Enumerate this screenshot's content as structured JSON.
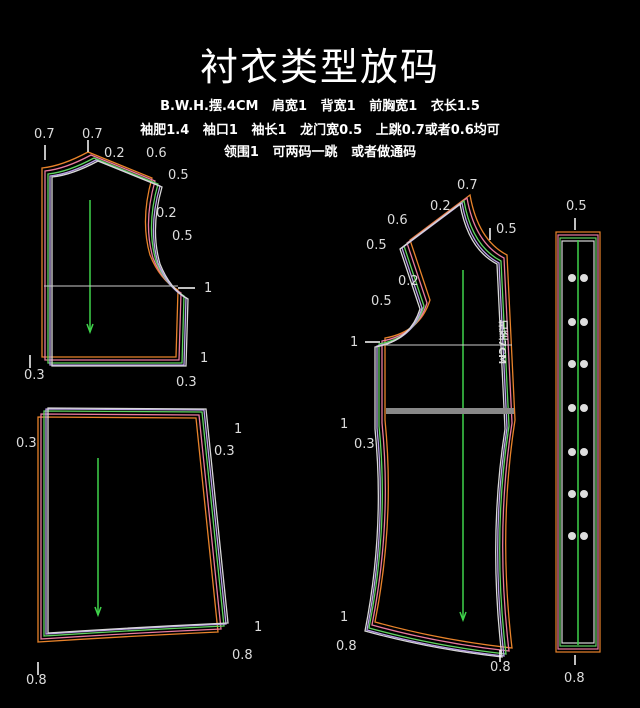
{
  "title": "衬衣类型放码",
  "notes": [
    "B.W.H.摆.4CM   肩宽1   背宽1   前胸宽1   衣长1.5",
    "袖肥1.4   袖口1   袖长1   龙门宽0.5   上跳0.7或者0.6均可",
    "领围1   可两码一跳   或者做通码"
  ],
  "colors": {
    "outer": "#e8832a",
    "pink": "#e87aa0",
    "green": "#5fd35f",
    "purple": "#b9a0e8",
    "white": "#d8d8d8",
    "grain": "#3fd24a"
  },
  "back_labels": [
    "0.7",
    "0.7",
    "0.2",
    "0.6",
    "0.5",
    "0.2",
    "0.5",
    "1",
    "0.3",
    "1",
    "0.3"
  ],
  "lower_left_labels": [
    "0.3",
    "1",
    "0.3",
    "1",
    "0.8",
    "0.8"
  ],
  "front_labels": [
    "0.7",
    "0.2",
    "0.6",
    "0.5",
    "0.5",
    "0.2",
    "0.5",
    "1",
    "1",
    "0.3",
    "1",
    "0.8",
    "0.8"
  ],
  "front_note": "扣至7CM",
  "placket_labels": [
    "0.5",
    "0.8"
  ]
}
